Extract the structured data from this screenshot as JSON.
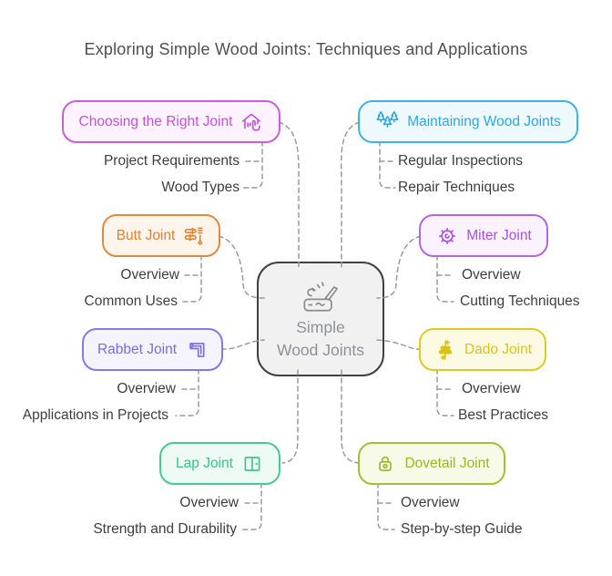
{
  "title": "Exploring Simple Wood Joints: Techniques and Applications",
  "center": {
    "label": "Simple Wood Joints",
    "line1": "Simple",
    "line2": "Wood Joints",
    "icon": "wood-carving-icon",
    "border_color": "#404040",
    "bg_color": "#f1f1f2",
    "text_color": "#8f9196"
  },
  "connector_color": "#9b9b9b",
  "sub_label_color": "#3e3e3e",
  "title_color": "#4f4f4f",
  "branches": [
    {
      "id": "choosing-the-right-joint",
      "label": "Choosing the Right Joint",
      "icon": "house-pointer-icon",
      "side": "left",
      "accent": "#c352d6",
      "bg": "#fcf3fe",
      "children": [
        "Project Requirements",
        "Wood Types"
      ]
    },
    {
      "id": "maintaining-wood-joints",
      "label": "Maintaining Wood Joints",
      "icon": "pine-trees-icon",
      "side": "right",
      "accent": "#29a9e2",
      "bg": "#eef9fd",
      "children": [
        "Regular Inspections",
        "Repair Techniques"
      ]
    },
    {
      "id": "butt-joint",
      "label": "Butt Joint",
      "icon": "sliders-icon",
      "side": "left",
      "accent": "#e0832f",
      "bg": "#fdf4eb",
      "children": [
        "Overview",
        "Common Uses"
      ]
    },
    {
      "id": "miter-joint",
      "label": "Miter Joint",
      "icon": "gear-icon",
      "side": "right",
      "accent": "#a851e0",
      "bg": "#faf2fd",
      "children": [
        "Overview",
        "Cutting Techniques"
      ]
    },
    {
      "id": "rabbet-joint",
      "label": "Rabbet Joint",
      "icon": "corner-joint-icon",
      "side": "left",
      "accent": "#7d6ae6",
      "bg": "#f5f3fe",
      "children": [
        "Overview",
        "Applications in Projects"
      ]
    },
    {
      "id": "dado-joint",
      "label": "Dado Joint",
      "icon": "clamp-icon",
      "side": "right",
      "accent": "#d9c416",
      "bg": "#fcfae3",
      "children": [
        "Overview",
        "Best Practices"
      ]
    },
    {
      "id": "lap-joint",
      "label": "Lap Joint",
      "icon": "panel-door-icon",
      "side": "left",
      "accent": "#36c489",
      "bg": "#edfbf4",
      "children": [
        "Overview",
        "Strength and Durability"
      ]
    },
    {
      "id": "dovetail-joint",
      "label": "Dovetail Joint",
      "icon": "padlock-icon",
      "side": "right",
      "accent": "#97b723",
      "bg": "#f6fae6",
      "children": [
        "Overview",
        "Step-by-step Guide"
      ]
    }
  ]
}
